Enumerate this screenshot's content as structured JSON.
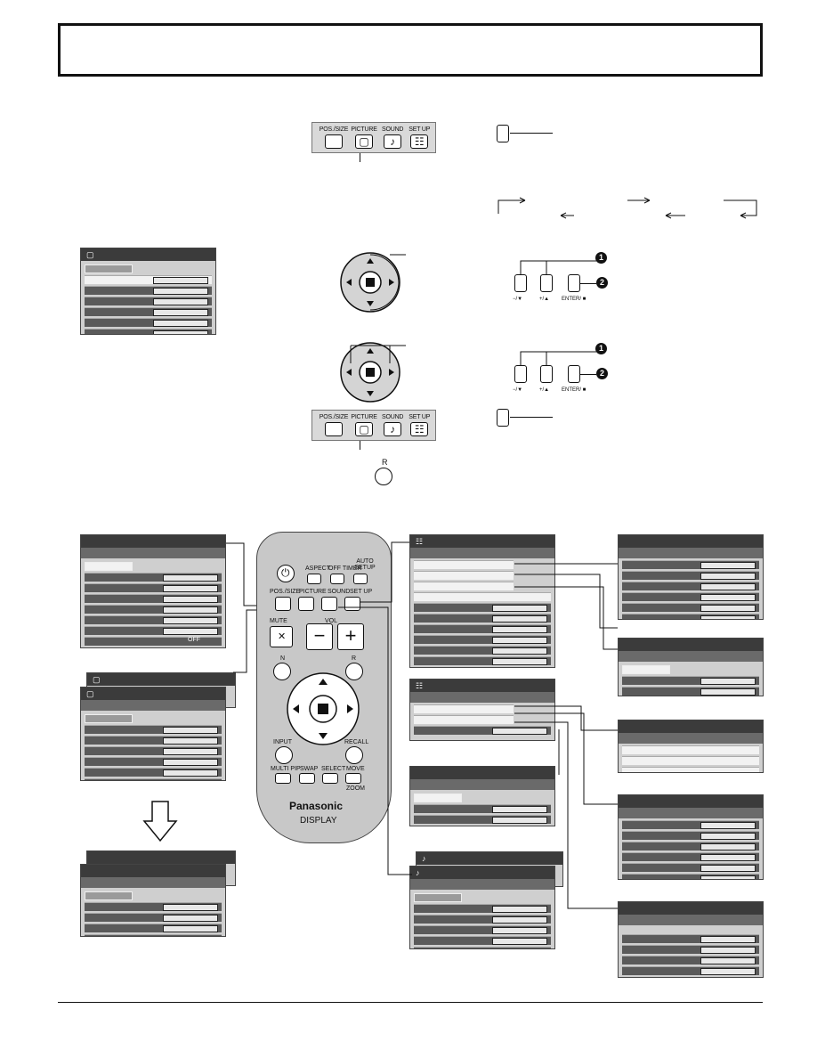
{
  "strip": {
    "labels": [
      "POS./SIZE",
      "PICTURE",
      "SOUND",
      "SET UP"
    ]
  },
  "dpad_buttons": {
    "minus": "−/▼",
    "plus": "+/▲",
    "enter": "ENTER/ ■"
  },
  "steps": {
    "one": "1",
    "two": "2"
  },
  "r_button": "R",
  "osd": {
    "off": "OFF"
  },
  "remote": {
    "aspect": "ASPECT",
    "off_timer": "OFF TIMER",
    "auto_setup": "AUTO SETUP",
    "pos_size": "POS./SIZE",
    "picture": "PICTURE",
    "sound": "SOUND",
    "setup": "SET UP",
    "mute": "MUTE",
    "vol": "VOL",
    "n": "N",
    "r": "R",
    "input": "INPUT",
    "recall": "RECALL",
    "multi_pip": "MULTI PIP",
    "swap": "SWAP",
    "select": "SELECT",
    "move": "MOVE",
    "zoom": "ZOOM",
    "brand": "Panasonic",
    "display": "DISPLAY"
  }
}
